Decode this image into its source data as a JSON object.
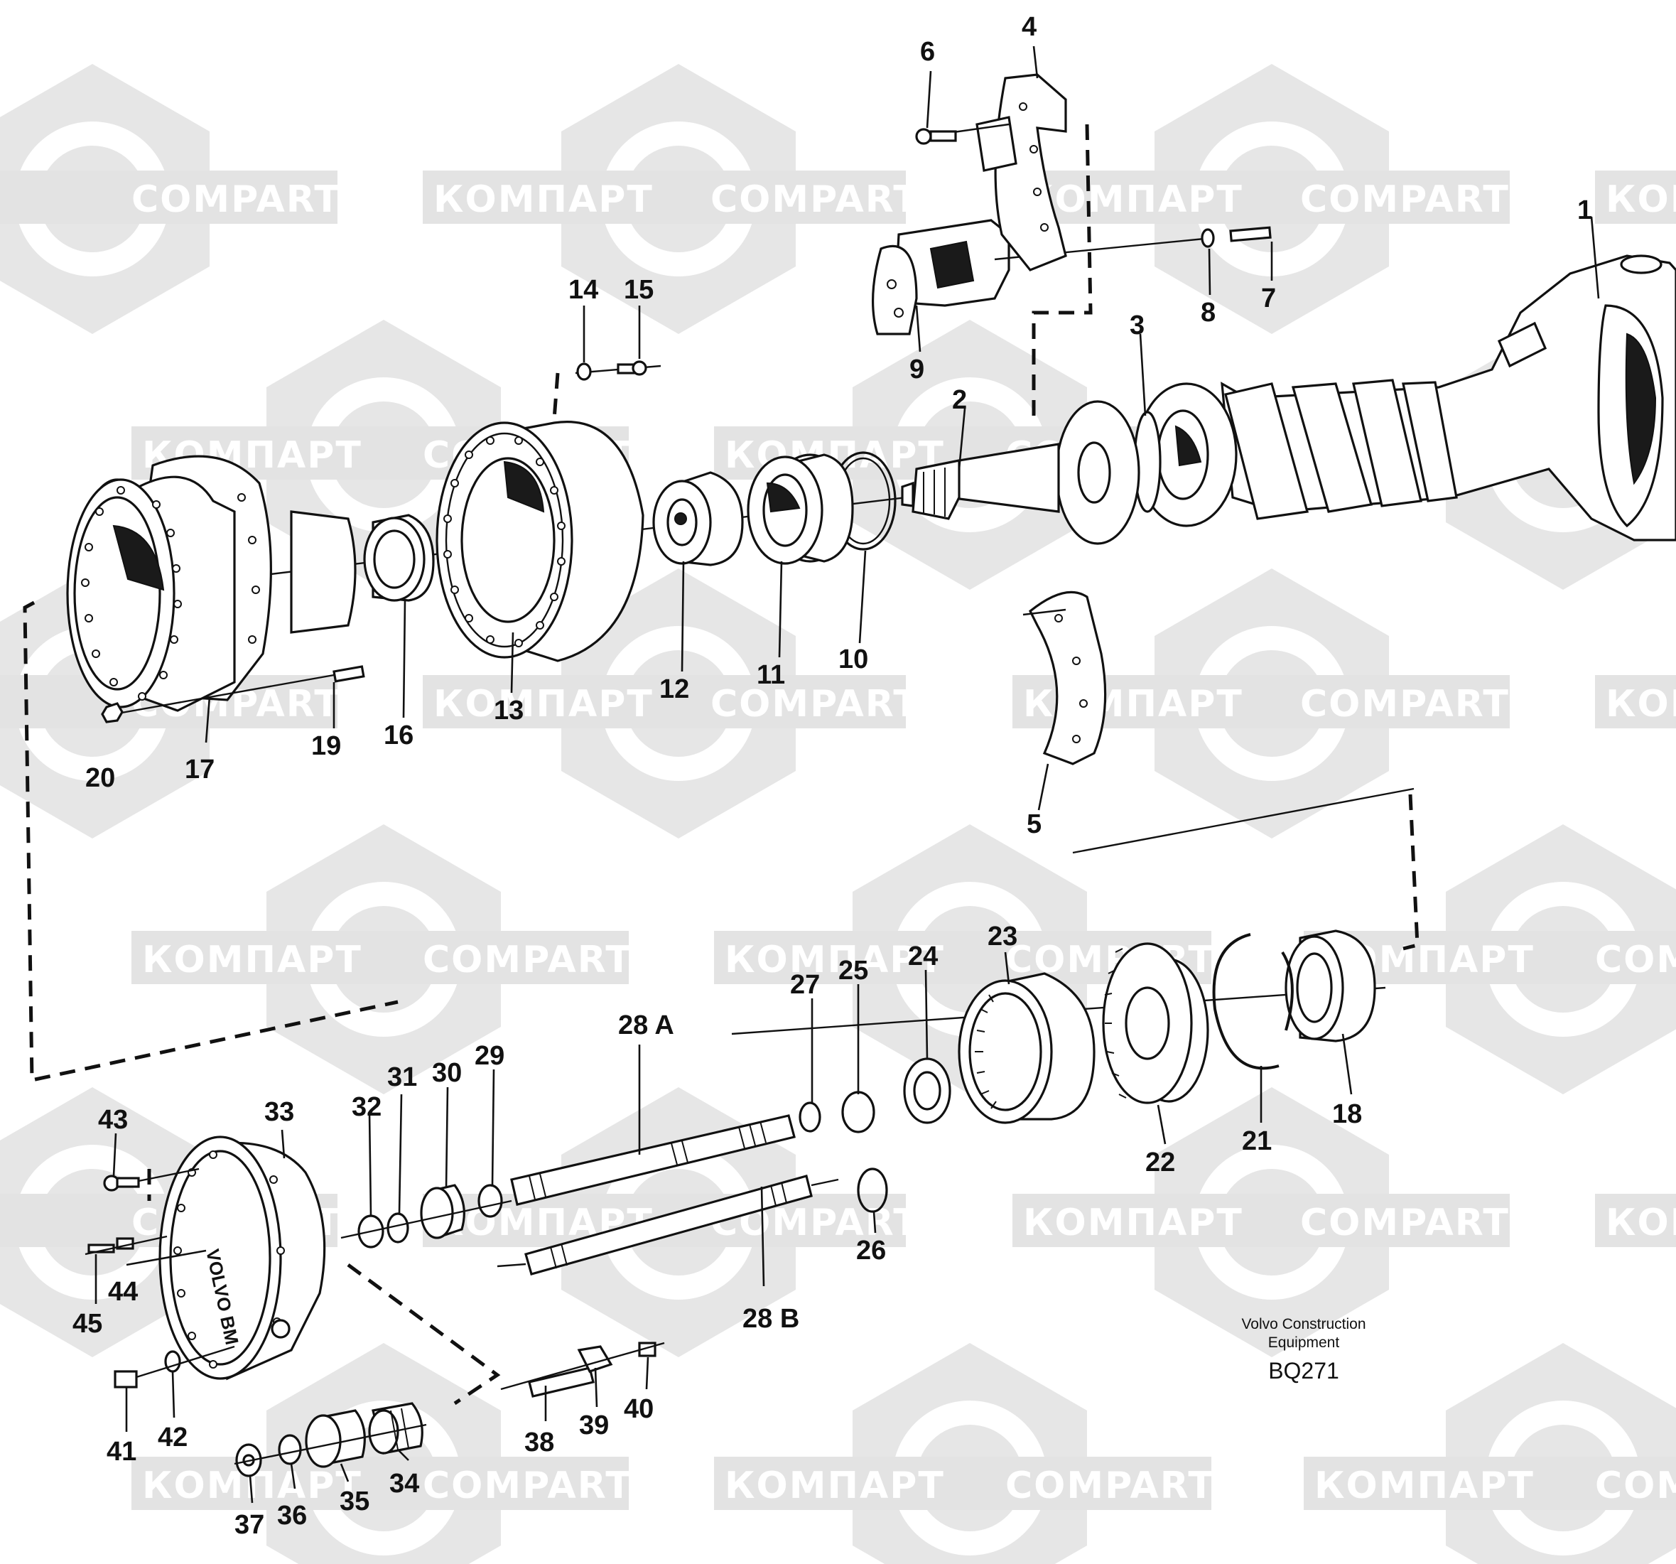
{
  "watermark": {
    "text_latin": "COMPART",
    "text_cyrillic": "КОМПАРТ"
  },
  "credit": {
    "line1": "Volvo Construction",
    "line2": "Equipment"
  },
  "drawing_code": "BQ271",
  "callouts": {
    "c1": "1",
    "c2": "2",
    "c3": "3",
    "c4": "4",
    "c5": "5",
    "c6": "6",
    "c7": "7",
    "c8": "8",
    "c9": "9",
    "c10": "10",
    "c11": "11",
    "c12": "12",
    "c13": "13",
    "c14": "14",
    "c15": "15",
    "c16": "16",
    "c17": "17",
    "c18": "18",
    "c19": "19",
    "c20": "20",
    "c21": "21",
    "c22": "22",
    "c23": "23",
    "c24": "24",
    "c25": "25",
    "c26": "26",
    "c27": "27",
    "c28a": "28 A",
    "c28b": "28 B",
    "c29": "29",
    "c30": "30",
    "c31": "31",
    "c32": "32",
    "c33": "33",
    "c34": "34",
    "c35": "35",
    "c36": "36",
    "c37": "37",
    "c38": "38",
    "c39": "39",
    "c40": "40",
    "c41": "41",
    "c42": "42",
    "c43": "43",
    "c44": "44",
    "c45": "45"
  }
}
